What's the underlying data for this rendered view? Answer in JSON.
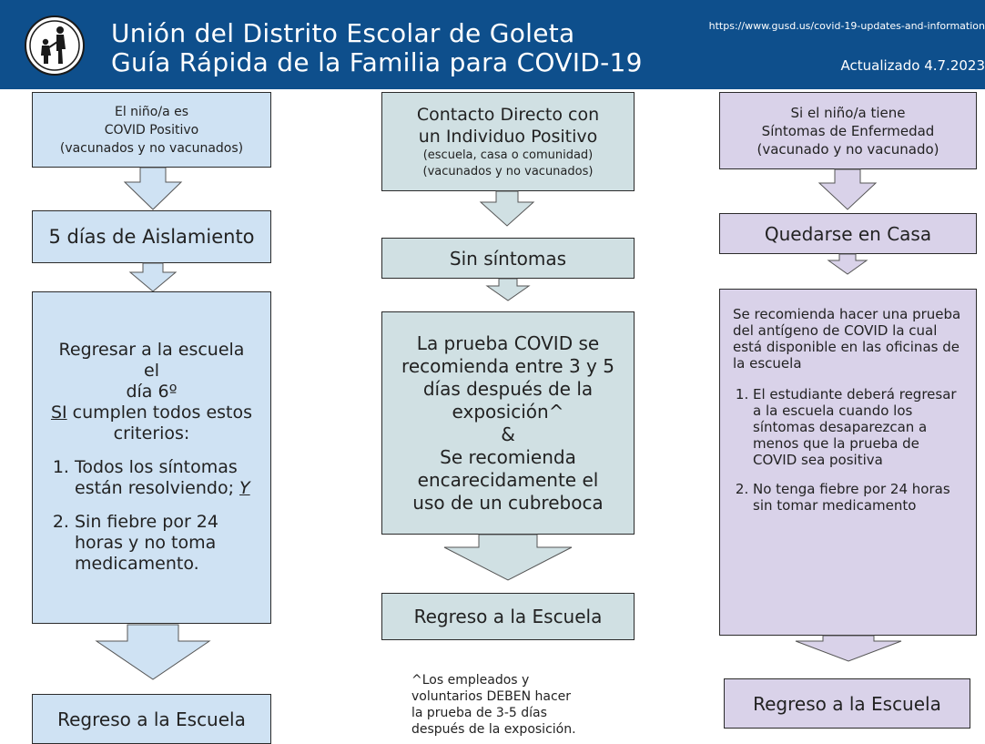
{
  "header": {
    "title_line1": "Unión del Distrito Escolar de Goleta",
    "title_line2": "Guía Rápida de la Familia para COVID-19",
    "url": "https://www.gusd.us/covid-19-updates-and-information",
    "updated": "Actualizado 4.7.2023"
  },
  "col1": {
    "box1": {
      "line1": "El niño/a es",
      "line2": "COVID Positivo",
      "line3": "(vacunados y no vacunados)"
    },
    "box2": "5 días de Aislamiento",
    "box3": {
      "line1": "Regresar a la escuela el",
      "line2": "día 6º",
      "si": "SI",
      "line3_rest": " cumplen todos estos",
      "line4": "criterios:",
      "item1_a": "Todos los síntomas están resolviendo; ",
      "item1_y": "Y",
      "item2": "Sin fiebre por 24 horas y no toma medicamento."
    },
    "box4": "Regreso a la Escuela"
  },
  "col2": {
    "box1": {
      "line1": "Contacto Directo con",
      "line2": "un Individuo Positivo",
      "line3": "(escuela, casa o comunidad)",
      "line4": "(vacunados y no vacunados)"
    },
    "box2": "Sin síntomas",
    "box3": {
      "line1": "La prueba COVID se",
      "line2": "recomienda entre 3 y 5",
      "line3": "días después de la",
      "line4": "exposición^",
      "line5": "&",
      "line6": "Se recomienda",
      "line7": "encarecidamente el",
      "line8": "uso de un cubreboca"
    },
    "box4": "Regreso a la Escuela",
    "footnote": {
      "line1": "^Los empleados y",
      "line2": "voluntarios DEBEN hacer",
      "line3": "la prueba de 3-5 días",
      "line4": "después de la exposición."
    }
  },
  "col3": {
    "box1": {
      "line1": "Si el niño/a tiene",
      "line2": "Síntomas de Enfermedad",
      "line3": "(vacunado y no vacunado)"
    },
    "box2": "Quedarse en Casa",
    "box3": {
      "intro": "Se recomienda hacer una prueba del antígeno de COVID la cual está disponible en las oficinas de la escuela",
      "item1": "El estudiante deberá regresar a la escuela cuando los síntomas desaparezcan a menos que la prueba de COVID sea positiva",
      "item2": "No tenga fiebre por 24 horas sin tomar medicamento"
    },
    "box4": "Regreso a la Escuela"
  },
  "colors": {
    "header": "#0e4f8c",
    "blue": "#cfe2f3",
    "teal": "#d0e0e3",
    "purple": "#d9d2e9"
  }
}
